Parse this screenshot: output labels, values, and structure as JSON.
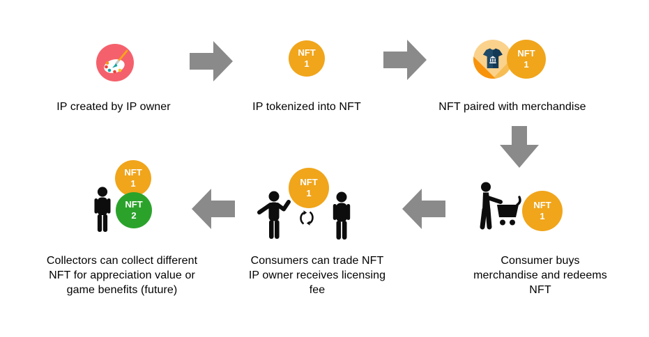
{
  "title": "NFT merchandise flow diagram",
  "colors": {
    "background": "#FFFFFF",
    "text": "#000000",
    "arrow": "#8A8A8A",
    "nft1_badge": "#F0A51B",
    "nft2_badge": "#2BA32B",
    "palette_bg": "#F4616C",
    "merch_bg": "#FBD28C",
    "merch_wedge_orange": "#F8930C",
    "merch_wedge_amber": "#F6BD55",
    "shirt_left": "#1F4A68",
    "shirt_right": "#123A56",
    "pictogram": "#0D0D0D"
  },
  "badges": {
    "nft1": {
      "title": "NFT",
      "number": "1"
    },
    "nft2": {
      "title": "NFT",
      "number": "2"
    }
  },
  "steps": {
    "create": {
      "label": "IP created by IP owner",
      "icon": "palette-icon"
    },
    "tokenize": {
      "label": "IP tokenized into NFT",
      "icon": "nft-1-badge"
    },
    "pair": {
      "label": "NFT paired with merchandise",
      "icon": "tshirt-merch-icon"
    },
    "buy": {
      "label": "Consumer buys\nmerchandise and redeems\nNFT",
      "icon": "shopper-cart-icon"
    },
    "trade": {
      "label": "Consumers can trade NFT\nIP owner receives licensing\nfee",
      "icon": "trading-people-icon"
    },
    "collect": {
      "label": "Collectors can collect different\nNFT for appreciation value or\ngame benefits (future)",
      "icon": "collector-person-icon"
    }
  },
  "connectors": {
    "create_to_tokenize": "arrow-right",
    "tokenize_to_pair": "arrow-right",
    "pair_to_buy": "arrow-down",
    "buy_to_trade": "arrow-left",
    "trade_to_collect": "arrow-left"
  }
}
